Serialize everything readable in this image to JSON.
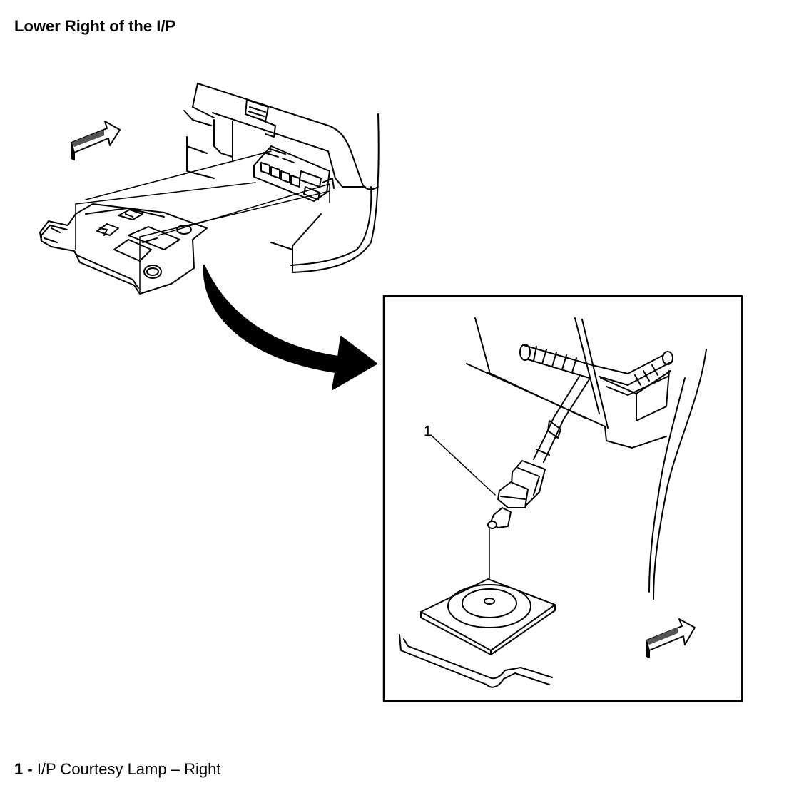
{
  "title": "Lower Right of the I/P",
  "callouts": [
    {
      "number": "1",
      "label": "I/P Courtesy Lamp – Right"
    }
  ],
  "legend": {
    "number": "1",
    "separator": " - ",
    "label": "I/P Courtesy Lamp – Right"
  }
}
